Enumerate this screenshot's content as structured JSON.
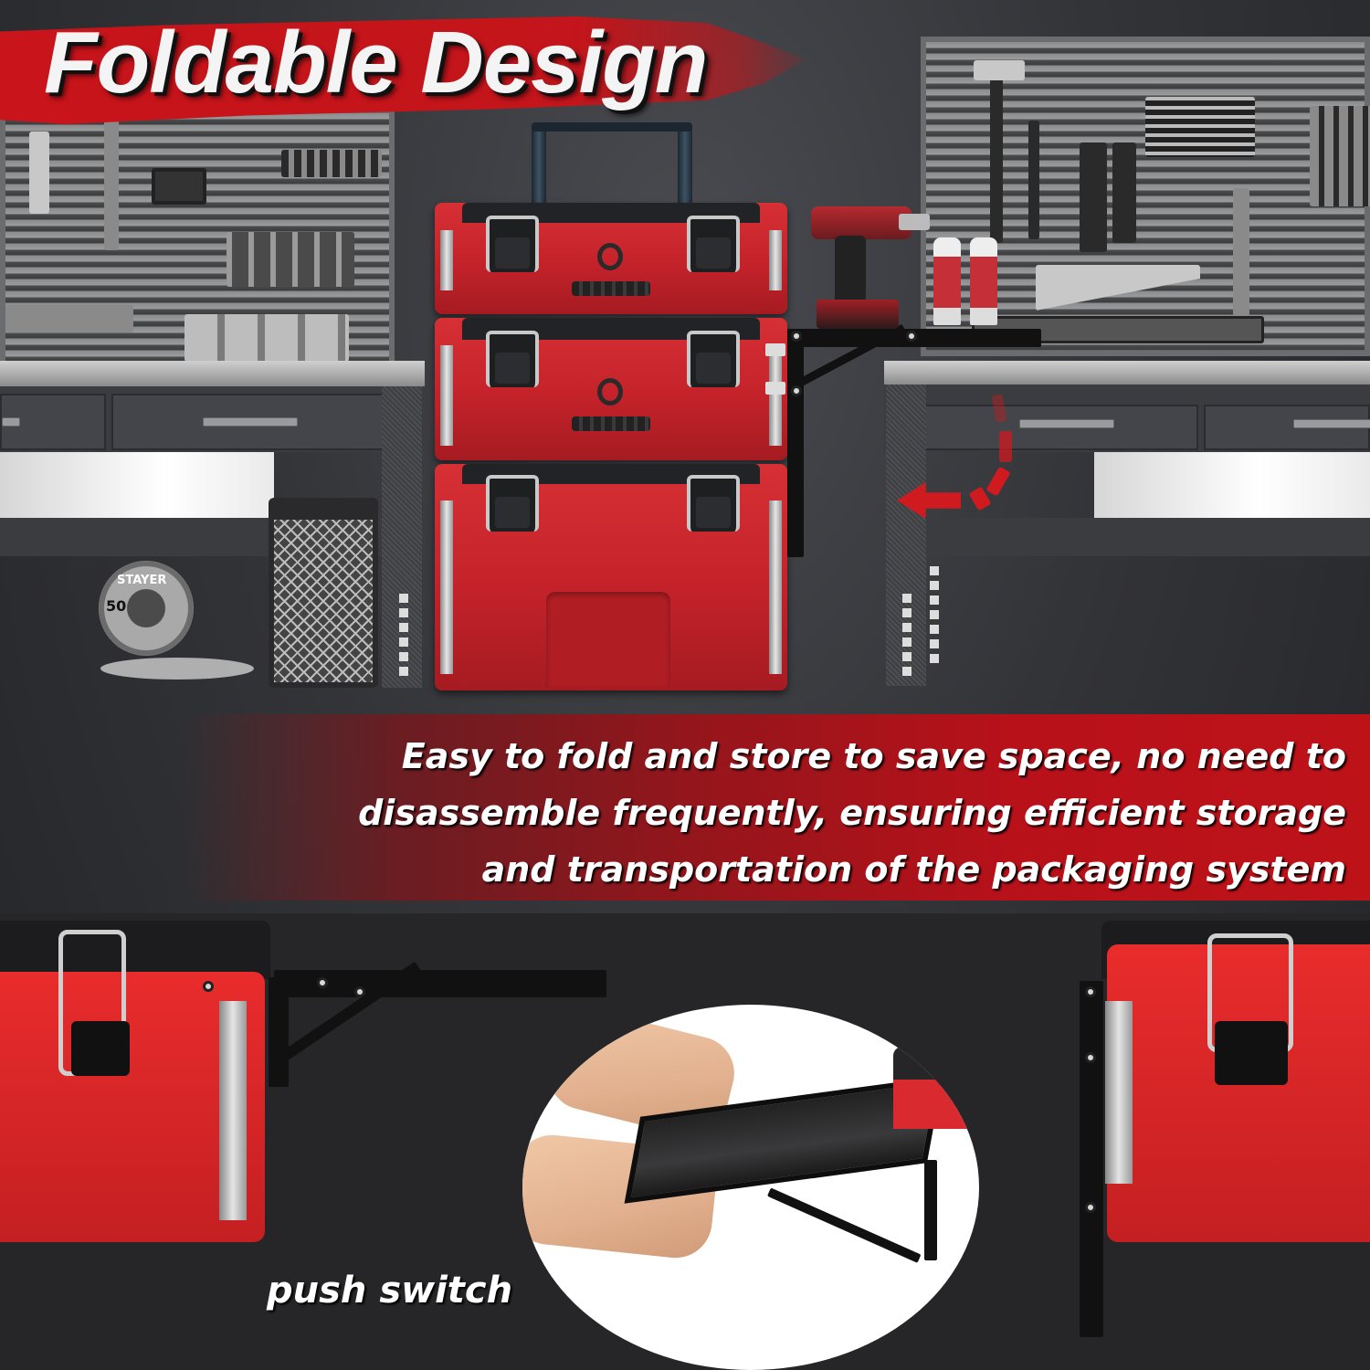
{
  "header": {
    "title": "Foldable Design"
  },
  "description": {
    "lines": [
      "Easy to fold and store to save space, no need to",
      "disassemble frequently, ensuring efficient storage",
      "and transportation of the packaging system"
    ]
  },
  "callouts": {
    "push_switch": "push switch"
  },
  "cable_reel": {
    "brand": "STAYER",
    "length": "50"
  },
  "colors": {
    "accent_red": "#c3151b",
    "background": "#2a2b2e",
    "text": "#ffffff"
  }
}
